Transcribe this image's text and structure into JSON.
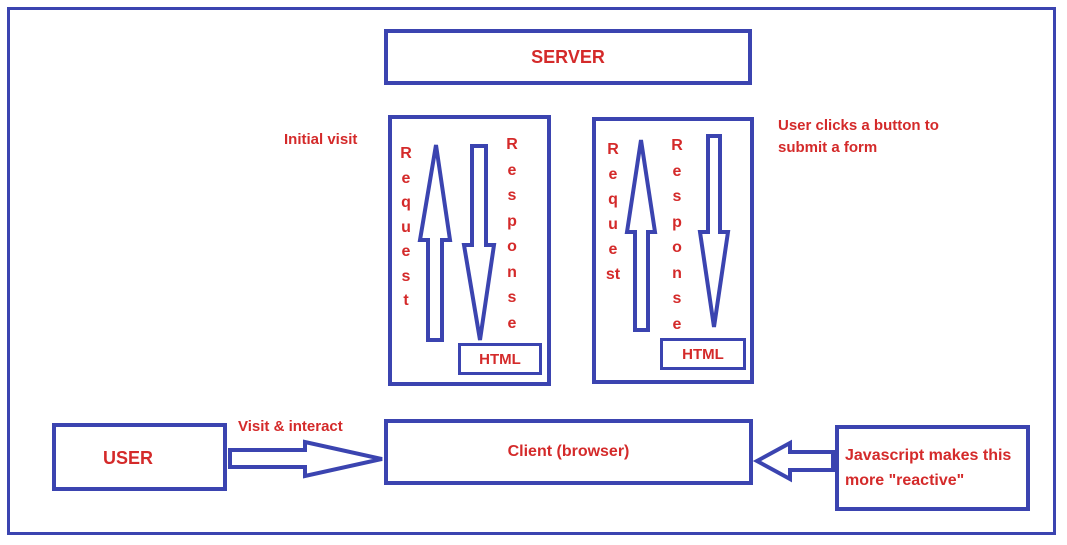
{
  "diagram": {
    "server_label": "SERVER",
    "client_label": "Client (browser)",
    "user_label": "USER",
    "js_note": "Javascript makes this more \"reactive\"",
    "visit_label": "Visit & interact",
    "left_panel": {
      "caption": "Initial visit",
      "request_letters": [
        "R",
        "e",
        "q",
        "u",
        "e",
        "s",
        "t"
      ],
      "response_letters": [
        "R",
        "e",
        "s",
        "p",
        "o",
        "n",
        "s",
        "e"
      ],
      "html_label": "HTML"
    },
    "right_panel": {
      "caption": "User clicks a button to submit a form",
      "request_letters": [
        "R",
        "e",
        "q",
        "u",
        "e",
        "st"
      ],
      "response_letters": [
        "R",
        "e",
        "s",
        "p",
        "o",
        "n",
        "s",
        "e"
      ],
      "html_label": "HTML"
    },
    "colors": {
      "stroke": "#3b44b0",
      "text": "#d42a2a"
    }
  }
}
